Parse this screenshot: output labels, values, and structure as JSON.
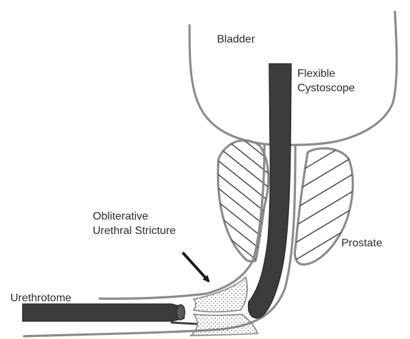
{
  "labels": {
    "bladder": "Bladder",
    "scope_line1": "Flexible",
    "scope_line2": "Cystoscope",
    "stricture_line1": "Obliterative",
    "stricture_line2": "Urethral Stricture",
    "prostate": "Prostate",
    "urethrotome": "Urethrotome"
  },
  "colors": {
    "outline": "#8a8a8a",
    "instrument": "#3c3c3c",
    "text": "#2a2a2a"
  }
}
